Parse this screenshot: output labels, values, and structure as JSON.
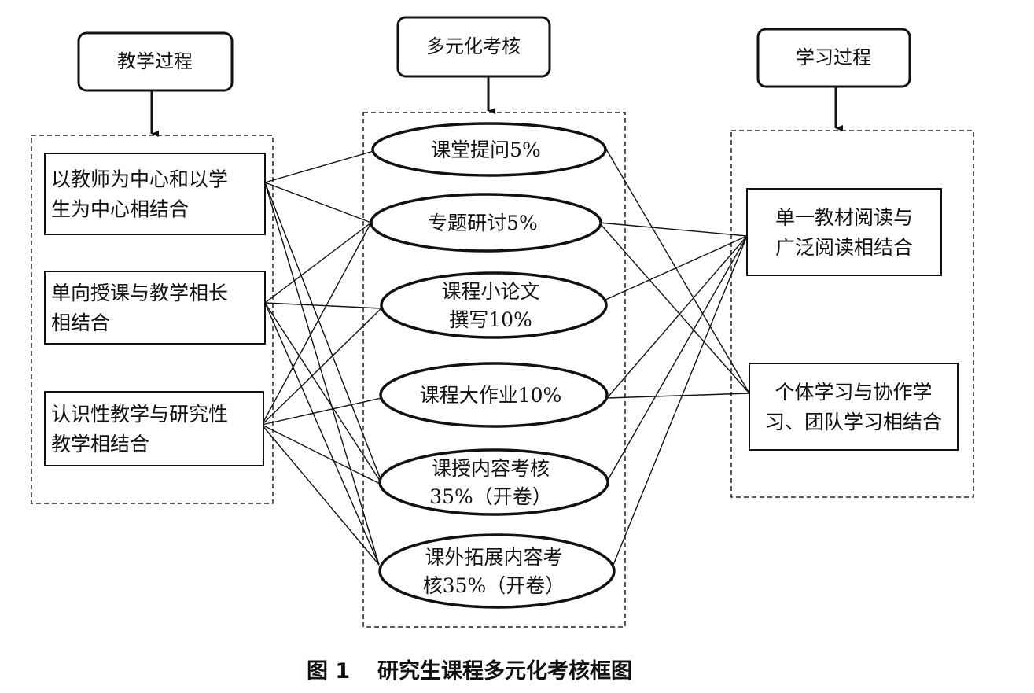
{
  "headers": {
    "teaching": "教学过程",
    "assessment": "多元化考核",
    "learning": "学习过程"
  },
  "teaching_items": [
    {
      "lines": [
        "以教师为中心和以学",
        "生为中心相结合"
      ]
    },
    {
      "lines": [
        "单向授课与教学相长",
        "相结合"
      ]
    },
    {
      "lines": [
        "认识性教学与研究性",
        "教学相结合"
      ]
    }
  ],
  "assessment_items": [
    {
      "lines": [
        "课堂提问5%"
      ]
    },
    {
      "lines": [
        "专题研讨5%"
      ]
    },
    {
      "lines": [
        "课程小论文",
        "撰写10%"
      ]
    },
    {
      "lines": [
        "课程大作业10%"
      ]
    },
    {
      "lines": [
        "课授内容考核",
        "35%（开卷）"
      ]
    },
    {
      "lines": [
        "课外拓展内容考",
        "核35%（开卷）"
      ]
    }
  ],
  "learning_items": [
    {
      "lines": [
        "单一教材阅读与",
        "广泛阅读相结合"
      ]
    },
    {
      "lines": [
        "个体学习与协作学",
        "习、团队学习相结合"
      ]
    }
  ],
  "caption": {
    "figure": "图 1",
    "title": "研究生课程多元化考核框图"
  }
}
